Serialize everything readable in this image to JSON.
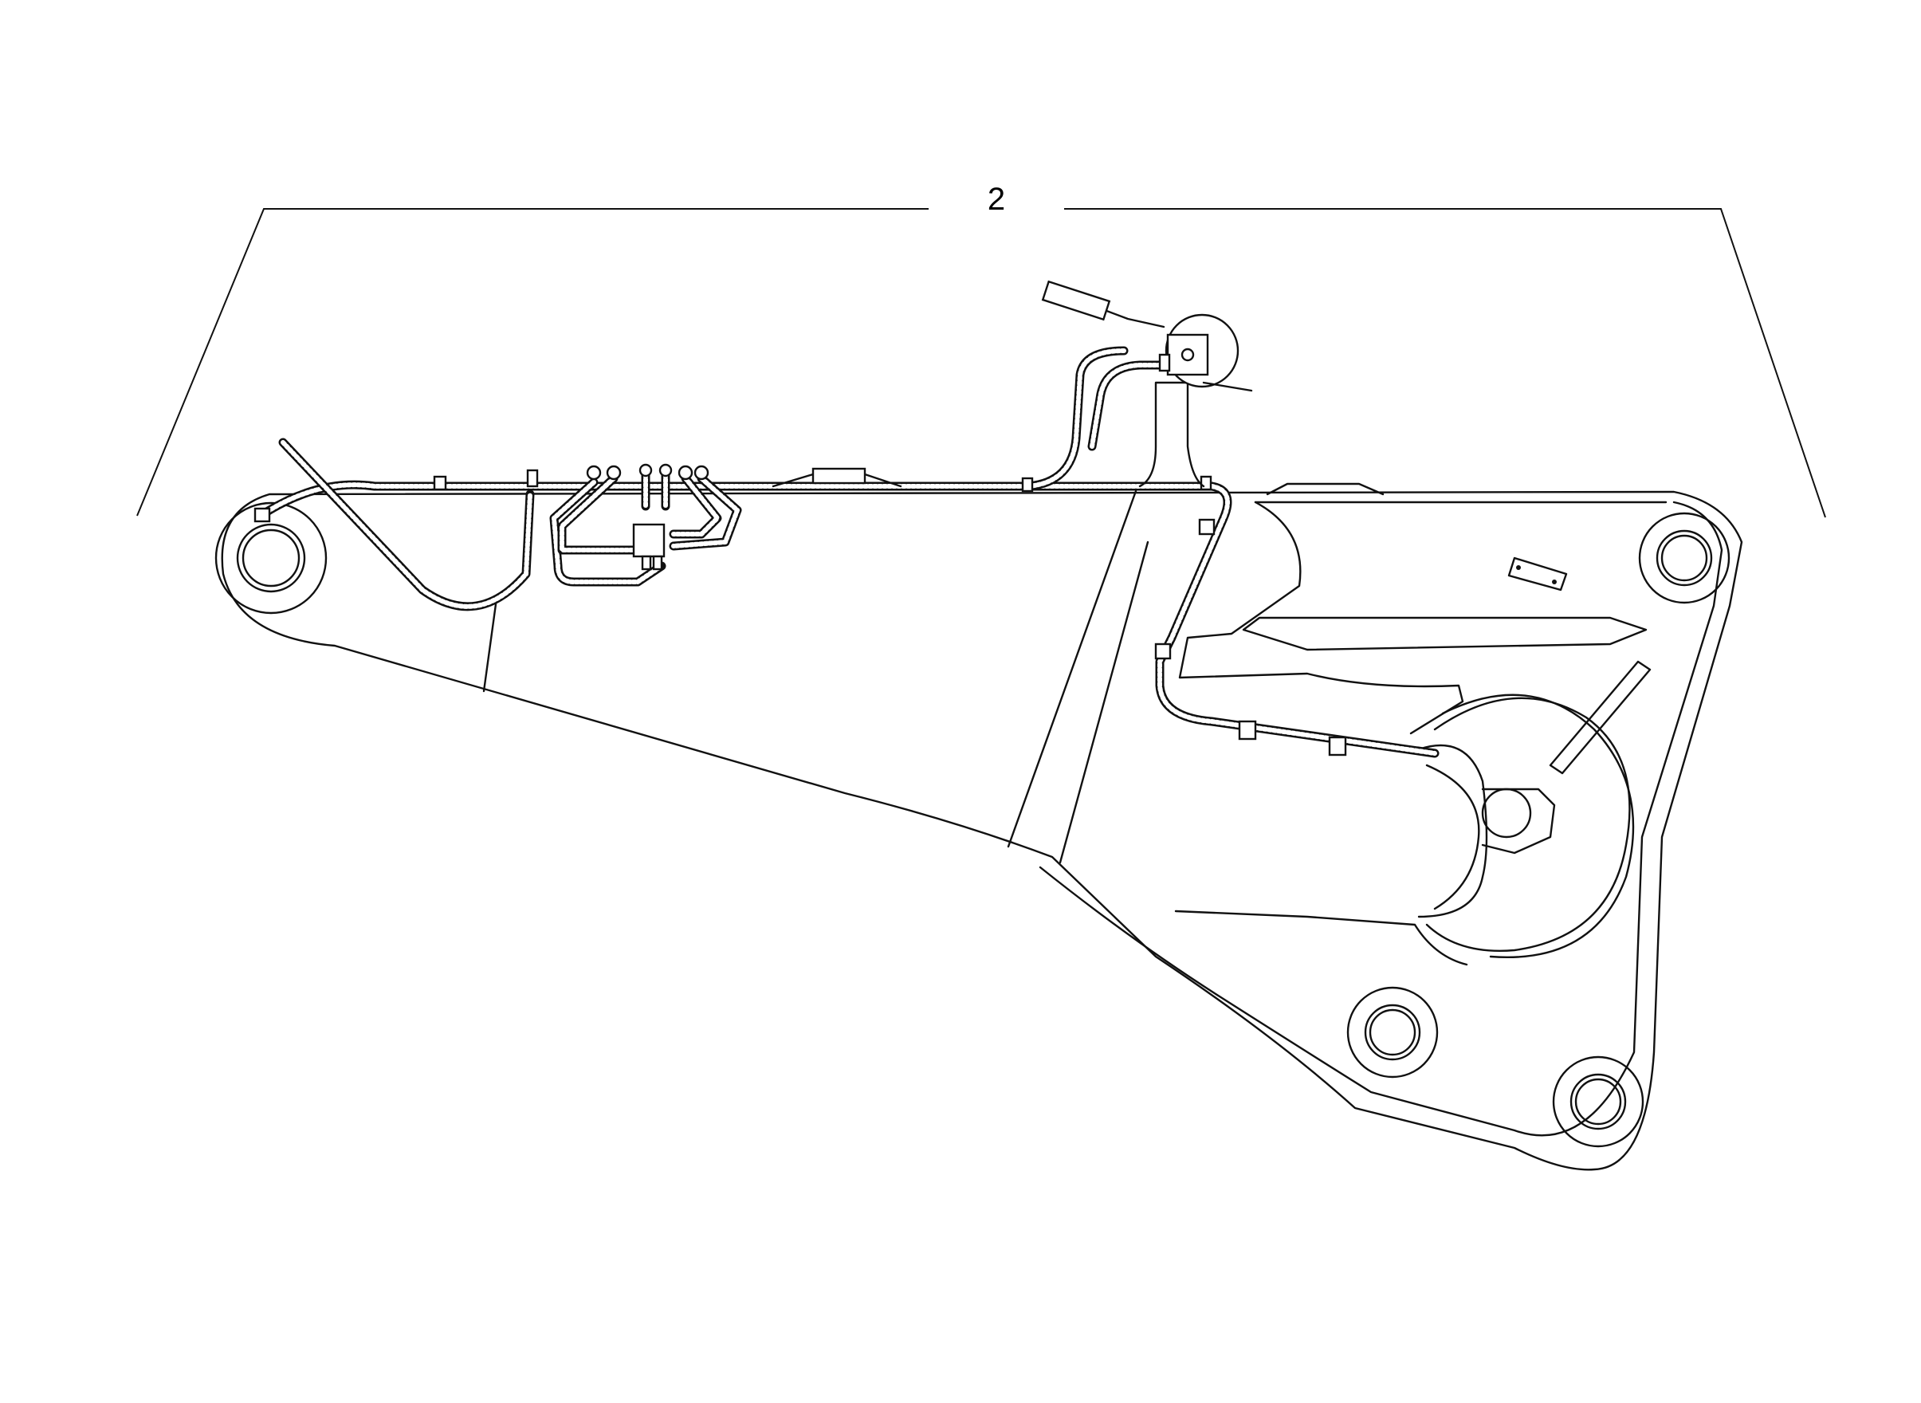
{
  "callout": {
    "label": "2"
  },
  "colors": {
    "line": "#111111",
    "background": "#ffffff"
  },
  "icons": [
    "hose-assembly",
    "valve-block",
    "quick-coupler",
    "clamp",
    "pivot-bore"
  ]
}
